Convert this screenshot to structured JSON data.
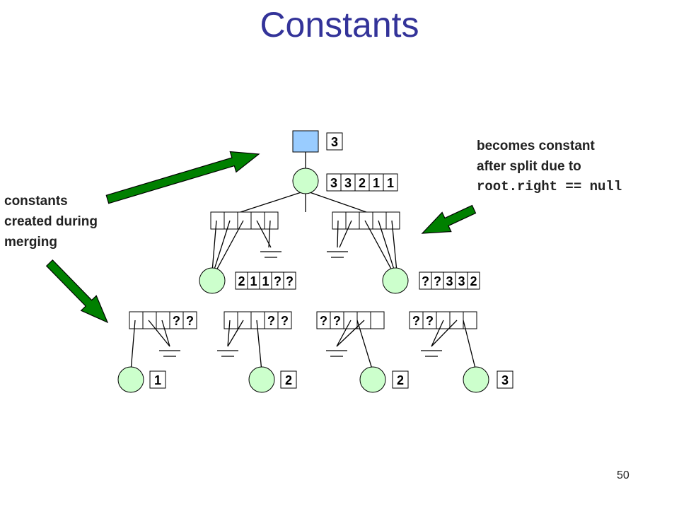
{
  "title": "Constants",
  "page_number": "50",
  "annotations": {
    "left": [
      "constants",
      "created during",
      "merging"
    ],
    "right": [
      "becomes constant",
      "after split due to"
    ],
    "right_code": "root.right == null"
  },
  "root_square_value": "3",
  "root_circle_values": [
    "3",
    "3",
    "2",
    "1",
    "1"
  ],
  "left_ptr_array": [
    "",
    "",
    "",
    "",
    ""
  ],
  "right_ptr_array": [
    "",
    "",
    "",
    "",
    ""
  ],
  "mid_left_values": [
    "2",
    "1",
    "1",
    "?",
    "?"
  ],
  "mid_right_values": [
    "?",
    "?",
    "3",
    "3",
    "2"
  ],
  "leaf_arrays": [
    [
      "",
      "",
      "",
      "?",
      "?"
    ],
    [
      "",
      "",
      "",
      "?",
      "?"
    ],
    [
      "?",
      "?",
      "",
      "",
      ""
    ],
    [
      "?",
      "?",
      "",
      "",
      ""
    ]
  ],
  "leaf_values": [
    "1",
    "2",
    "2",
    "3"
  ],
  "colors": {
    "title": "#333399",
    "node_fill": "#ccffcc",
    "square_fill": "#99ccff",
    "arrow_green": "#008000"
  }
}
